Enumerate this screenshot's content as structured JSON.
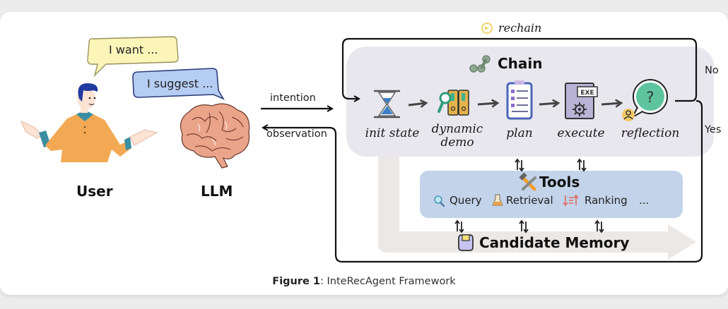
{
  "figure": {
    "caption_label": "Figure 1",
    "caption_separator": ":",
    "caption_text": " InteRecAgent Framework"
  },
  "actors": {
    "user_label": "User",
    "llm_label": "LLM",
    "user_bubble": "I want ...",
    "llm_bubble": "I suggest ..."
  },
  "flows": {
    "intention": "intention",
    "observation": "observation",
    "rechain": "rechain",
    "no": "No",
    "yes": "Yes"
  },
  "chain": {
    "title": "Chain",
    "steps": [
      {
        "label": "init state",
        "icon": "hourglass-icon"
      },
      {
        "label_line1": "dynamic",
        "label_line2": "demo",
        "icon": "binders-search-icon"
      },
      {
        "label": "plan",
        "icon": "clipboard-checklist-icon"
      },
      {
        "label": "execute",
        "icon": "exe-gear-icon",
        "icon_text": "EXE"
      },
      {
        "label": "reflection",
        "icon": "question-bubble-icon",
        "icon_text": "?"
      }
    ]
  },
  "tools": {
    "title": "Tools",
    "items": [
      {
        "label": "Query",
        "icon": "magnifier-icon"
      },
      {
        "label": "Retrieval",
        "icon": "flask-icon"
      },
      {
        "label": "Ranking",
        "icon": "sort-arrows-icon"
      },
      {
        "label": "...",
        "icon": ""
      }
    ]
  },
  "memory": {
    "title": "Candidate Memory",
    "icon": "floppy-disk-icon"
  },
  "colors": {
    "chain_bg": "#e9e7ee",
    "tools_bg": "#c3d3ea",
    "memory_arrow": "#ebe8e6",
    "user_bubble": "#fbf5b8",
    "llm_bubble": "#b6cdf3",
    "shirt": "#f3a954",
    "brain": "#eaa48a",
    "reflection": "#5ec4a0"
  }
}
